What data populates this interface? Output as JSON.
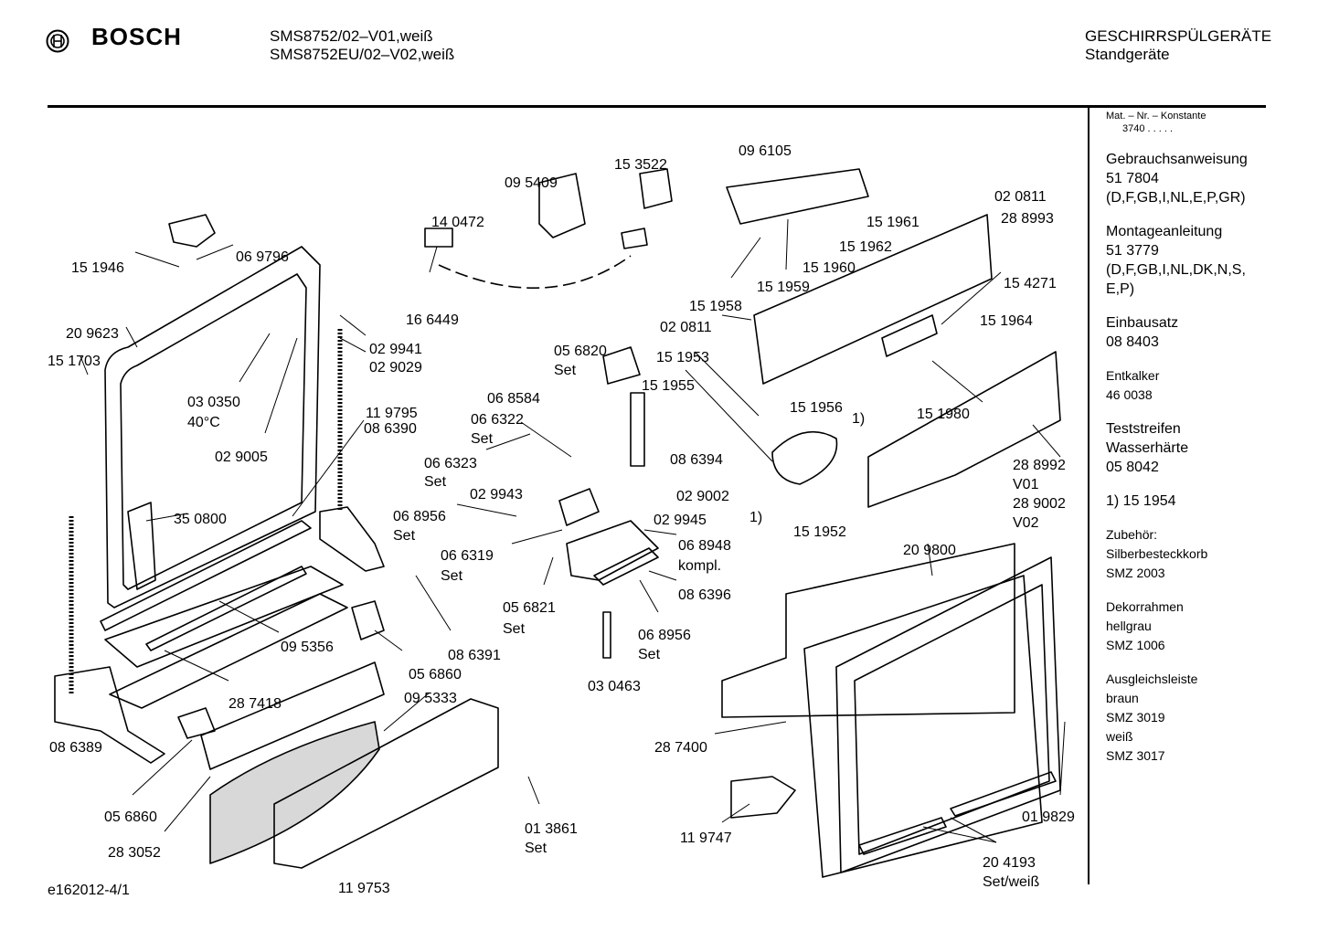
{
  "header": {
    "brand": "BOSCH",
    "models": [
      "SMS8752/02–V01,weiß",
      "SMS8752EU/02–V02,weiß"
    ],
    "category": [
      "GESCHIRRSPÜLGERÄTE",
      "Standgeräte"
    ]
  },
  "footer": {
    "code": "e162012-4/1"
  },
  "sidebar": {
    "mat_label": "Mat. – Nr. – Konstante",
    "mat_value": "3740  .  .   .  .  .",
    "blocks": [
      {
        "lines": [
          "Gebrauchsanweisung",
          "51 7804",
          "(D,F,GB,I,NL,E,P,GR)"
        ],
        "small": false
      },
      {
        "lines": [
          "Montageanleitung",
          "51 3779",
          "(D,F,GB,I,NL,DK,N,S,",
          "E,P)"
        ],
        "small": false
      },
      {
        "lines": [
          "Einbausatz",
          "08 8403"
        ],
        "small": false
      },
      {
        "lines": [
          "Entkalker",
          "46 0038"
        ],
        "small": true
      },
      {
        "lines": [
          "Teststreifen",
          "Wasserhärte",
          "05 8042"
        ],
        "small": false
      },
      {
        "lines": [
          "1) 15 1954"
        ],
        "small": false
      },
      {
        "lines": [
          "Zubehör:",
          "Silberbesteckkorb",
          "SMZ 2003"
        ],
        "small": true
      },
      {
        "lines": [
          "Dekorrahmen",
          "hellgrau",
          "SMZ 1006"
        ],
        "small": true
      },
      {
        "lines": [
          "Ausgleichsleiste",
          "braun",
          "SMZ 3019",
          "weiß",
          "SMZ 3017"
        ],
        "small": true
      }
    ]
  },
  "parts": [
    {
      "text": "15 1946"
    },
    {
      "text": "06 9796"
    },
    {
      "text": "20 9623"
    },
    {
      "text": "15 1703"
    },
    {
      "text": "03 0350"
    },
    {
      "text": "40°C"
    },
    {
      "text": "02 9005"
    },
    {
      "text": "35 0800"
    },
    {
      "text": "02 9941"
    },
    {
      "text": "02 9029"
    },
    {
      "text": "11 9795"
    },
    {
      "text": "08 6390"
    },
    {
      "text": "14 0472"
    },
    {
      "text": "09 5409"
    },
    {
      "text": "15 3522"
    },
    {
      "text": "16 6449"
    },
    {
      "text": "09 6105"
    },
    {
      "text": "02 0811"
    },
    {
      "text": "28 8993"
    },
    {
      "text": "15 1961"
    },
    {
      "text": "15 1962"
    },
    {
      "text": "15 1960"
    },
    {
      "text": "15 1959"
    },
    {
      "text": "15 1958"
    },
    {
      "text": "15 4271"
    },
    {
      "text": "02 0811"
    },
    {
      "text": "15 1964"
    },
    {
      "text": "15 1953"
    },
    {
      "text": "15 1955"
    },
    {
      "text": "15 1956"
    },
    {
      "text": "1)"
    },
    {
      "text": "15 1980"
    },
    {
      "text": "1)"
    },
    {
      "text": "15 1952"
    },
    {
      "text": "28 8992"
    },
    {
      "text": "V01"
    },
    {
      "text": "28 9002"
    },
    {
      "text": "V02"
    },
    {
      "text": "05 6820"
    },
    {
      "text": "Set"
    },
    {
      "text": "06 8584"
    },
    {
      "text": "06 6322"
    },
    {
      "text": "Set"
    },
    {
      "text": "06 6323"
    },
    {
      "text": "Set"
    },
    {
      "text": "08 6394"
    },
    {
      "text": "02 9002"
    },
    {
      "text": "02 9943"
    },
    {
      "text": "02 9945"
    },
    {
      "text": "06 8956"
    },
    {
      "text": "Set"
    },
    {
      "text": "06 6319"
    },
    {
      "text": "Set"
    },
    {
      "text": "06 8948"
    },
    {
      "text": "kompl."
    },
    {
      "text": "08 6396"
    },
    {
      "text": "05 6821"
    },
    {
      "text": "Set"
    },
    {
      "text": "06 8956"
    },
    {
      "text": "Set"
    },
    {
      "text": "03 0463"
    },
    {
      "text": "08 6391"
    },
    {
      "text": "09 5356"
    },
    {
      "text": "05 6860"
    },
    {
      "text": "28 7418"
    },
    {
      "text": "09 5333"
    },
    {
      "text": "08 6389"
    },
    {
      "text": "05 6860"
    },
    {
      "text": "28 3052"
    },
    {
      "text": "11 9753"
    },
    {
      "text": "01 3861"
    },
    {
      "text": "Set"
    },
    {
      "text": "20 9800"
    },
    {
      "text": "28 7400"
    },
    {
      "text": "11 9747"
    },
    {
      "text": "01 9829"
    },
    {
      "text": "20 4193"
    },
    {
      "text": "Set/weiß"
    }
  ]
}
